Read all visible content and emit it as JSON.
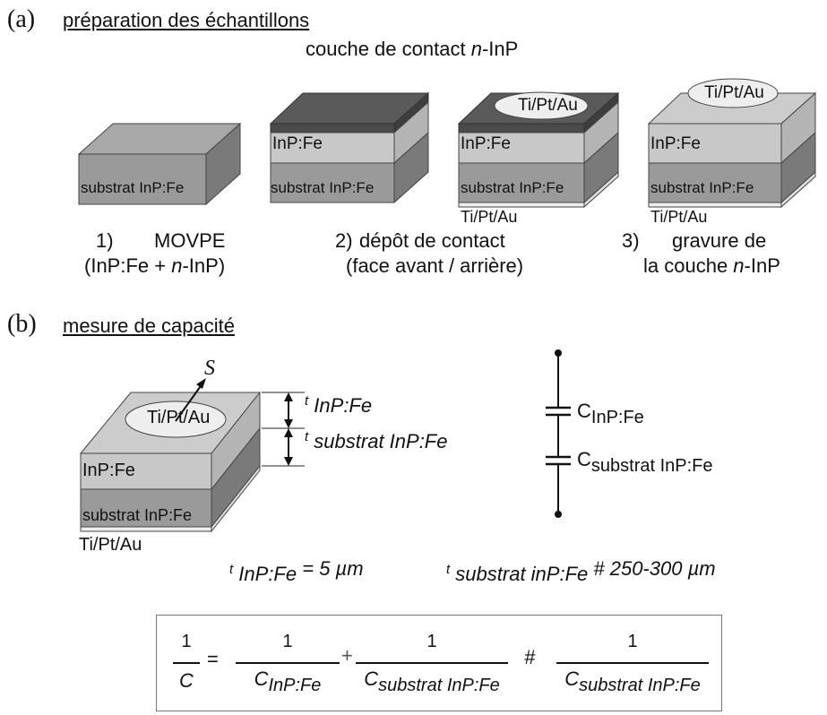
{
  "panel_a": {
    "label": "(a)",
    "title": "préparation des échantillons",
    "top_label": {
      "prefix": "couche de contact ",
      "italic": "n",
      "suffix": "-InP"
    },
    "blocks": [
      {
        "substrate": "substrat InP:Fe"
      },
      {
        "layer": "InP:Fe",
        "substrate": "substrat InP:Fe"
      },
      {
        "layer": "InP:Fe",
        "substrate": "substrat InP:Fe",
        "pad": "Ti/Pt/Au",
        "back": "Ti/Pt/Au"
      },
      {
        "layer": "InP:Fe",
        "substrate": "substrat InP:Fe",
        "pad": "Ti/Pt/Au",
        "back": "Ti/Pt/Au"
      }
    ],
    "steps": [
      {
        "num": "1)",
        "line1": "MOVPE",
        "line2_prefix": "(InP:Fe + ",
        "line2_italic": "n",
        "line2_suffix": "-InP)"
      },
      {
        "num": "2)",
        "line1": "dépôt de contact",
        "line2": "(face avant / arrière)"
      },
      {
        "num": "3)",
        "line1": "gravure de",
        "line2_prefix": "la couche ",
        "line2_italic": "n",
        "line2_suffix": "-InP"
      }
    ],
    "colors": {
      "contact_layer": "#5a5a5a",
      "inp_fe": "#c8c8c8",
      "substrate": "#9a9a9a",
      "metal": "#eeeeee"
    }
  },
  "panel_b": {
    "label": "(b)",
    "title": "mesure de capacité",
    "block": {
      "pad": "Ti/Pt/Au",
      "layer": "InP:Fe",
      "substrate": "substrat InP:Fe",
      "back": "Ti/Pt/Au",
      "s_label": "S"
    },
    "dims": {
      "t1": {
        "t": "t",
        "sub": "InP:Fe"
      },
      "t2": {
        "t": "t",
        "sub": "substrat InP:Fe"
      }
    },
    "capacitors": [
      {
        "c": "C",
        "sub": "InP:Fe"
      },
      {
        "c": "C",
        "sub": "substrat InP:Fe"
      }
    ],
    "values": [
      {
        "t": "t",
        "sub": "InP:Fe",
        "rhs": "= 5 µm"
      },
      {
        "t": "t",
        "sub": "substrat inP:Fe",
        "rhs": "# 250-300 µm"
      }
    ],
    "formula": {
      "lhs_num": "1",
      "lhs_den": "C",
      "eq": "=",
      "t1_num": "1",
      "t1_den_c": "C",
      "t1_den_sub": "InP:Fe",
      "plus": "+",
      "t2_num": "1",
      "t2_den_c": "C",
      "t2_den_sub": "substrat InP:Fe",
      "approx": "#",
      "t3_num": "1",
      "t3_den_c": "C",
      "t3_den_sub": "substrat InP:Fe"
    }
  }
}
